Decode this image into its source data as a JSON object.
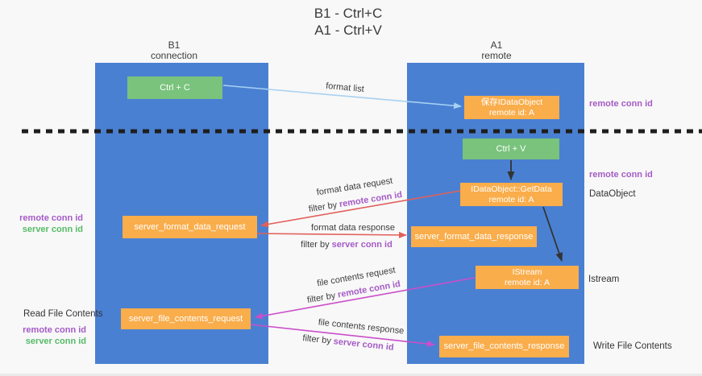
{
  "title": {
    "line1": "B1 - Ctrl+C",
    "line2": "A1 - Ctrl+V"
  },
  "lifelines": {
    "left": {
      "name": "B1",
      "role": "connection"
    },
    "right": {
      "name": "A1",
      "role": "remote"
    }
  },
  "boxes": {
    "ctrl_c": {
      "label": "Ctrl + C"
    },
    "ctrl_v": {
      "label": "Ctrl + V"
    },
    "save_dataobject": {
      "line1": "保存IDataObject",
      "line2": "remote id: A"
    },
    "getdata": {
      "line1": "IDataObject::GetData",
      "line2": "remote id: A"
    },
    "istream": {
      "line1": "IStream",
      "line2": "remote id: A"
    },
    "format_request": {
      "label": "server_format_data_request"
    },
    "format_response": {
      "label": "server_format_data_response"
    },
    "file_request": {
      "label": "server_file_contents_request"
    },
    "file_response": {
      "label": "server_file_contents_response"
    }
  },
  "arrows": {
    "format_list": {
      "label": "format list"
    },
    "format_data_request": {
      "label": "format data request",
      "filter_prefix": "filter by",
      "filter_key": "remote conn id"
    },
    "format_data_response": {
      "label": "format data response",
      "filter_prefix": "filter by",
      "filter_key": "server conn id"
    },
    "file_contents_request": {
      "label": "file contents request",
      "filter_prefix": "filter by",
      "filter_key": "remote conn id"
    },
    "file_contents_response": {
      "label": "file contents response",
      "filter_prefix": "filter by",
      "filter_key": "server conn id"
    }
  },
  "annotations": {
    "remote_conn_id_top": "remote conn id",
    "remote_conn_id_mid": "remote conn id",
    "dataobject": "DataObject",
    "istream": "Istream",
    "write_file_contents": "Write File Contents",
    "read_file_contents": "Read File Contents",
    "left_pair_top": {
      "remote": "remote conn id",
      "server": "server conn id"
    },
    "left_pair_bottom": {
      "remote": "remote conn id",
      "server": "server conn id"
    }
  },
  "colors": {
    "lane_blue": "#4a80d2",
    "box_green": "#79c37c",
    "box_orange": "#f9ad4b",
    "text_purple": "#a55bc6",
    "text_green": "#56bb68",
    "arrow_salmon": "#e2605c",
    "arrow_magenta": "#cb4ecb",
    "arrow_lightblue": "#a7d1f2"
  }
}
